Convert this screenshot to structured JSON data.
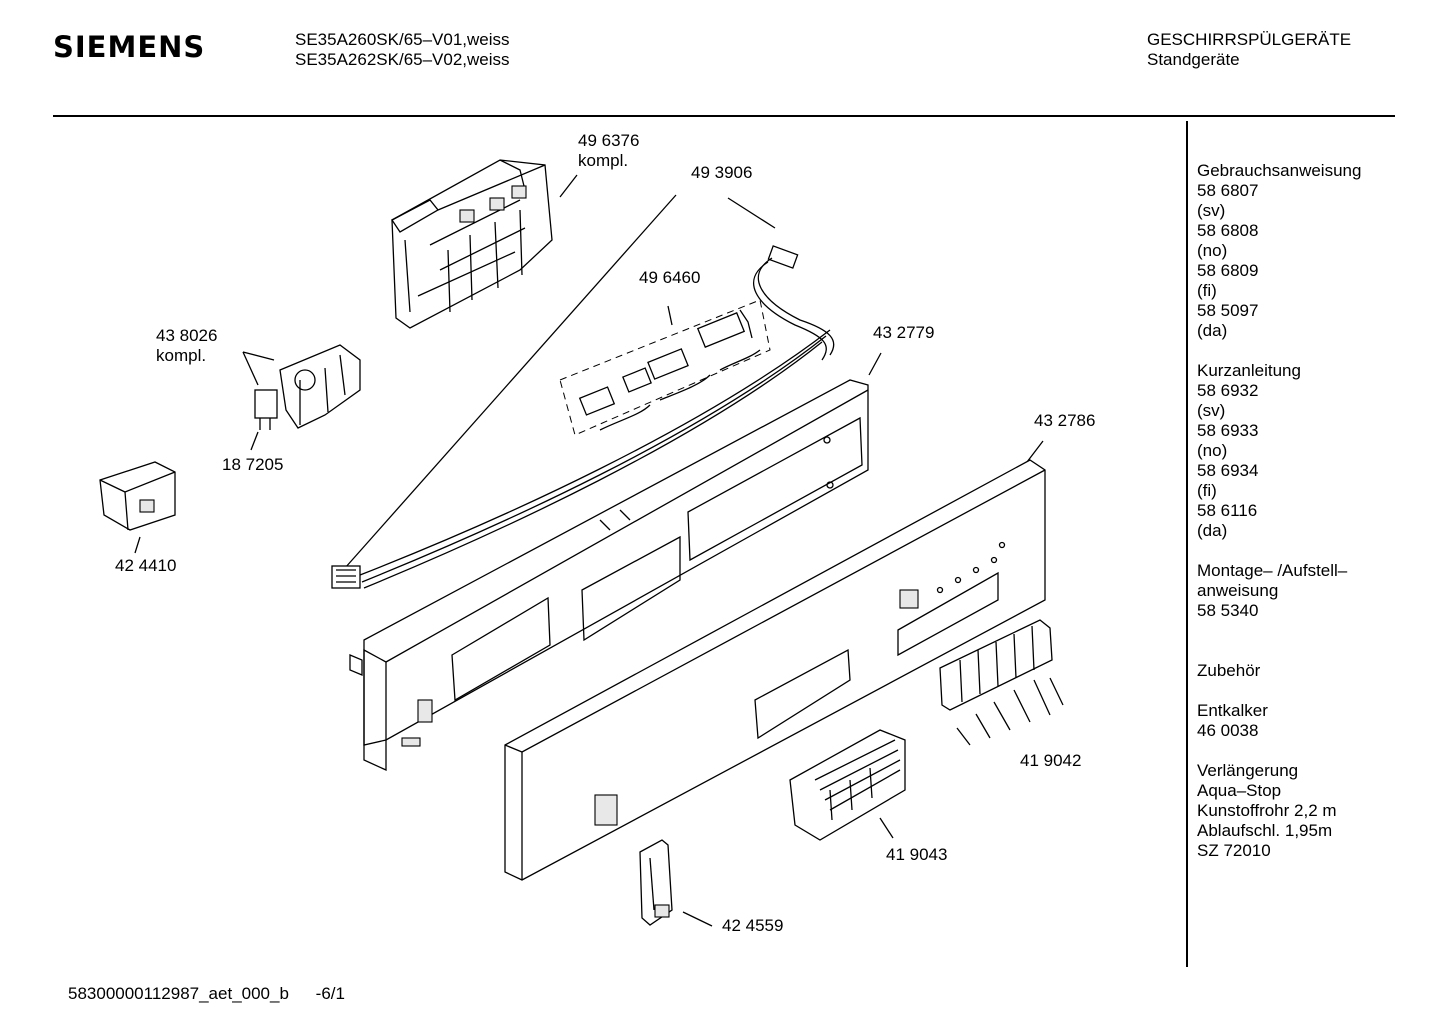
{
  "header": {
    "brand": "SIEMENS",
    "model_line_1": "SE35A260SK/65–V01,weiss",
    "model_line_2": "SE35A262SK/65–V02,weiss",
    "category": "GESCHIRRSPÜLGERÄTE",
    "subcategory": "Standgeräte"
  },
  "callouts": [
    {
      "id": "c-496376",
      "line1": "49 6376",
      "line2": "kompl."
    },
    {
      "id": "c-493906",
      "line1": "49 3906",
      "line2": ""
    },
    {
      "id": "c-496460",
      "line1": "49 6460",
      "line2": ""
    },
    {
      "id": "c-438026",
      "line1": "43 8026",
      "line2": "kompl."
    },
    {
      "id": "c-432779",
      "line1": "43 2779",
      "line2": ""
    },
    {
      "id": "c-187205",
      "line1": "18 7205",
      "line2": ""
    },
    {
      "id": "c-432786",
      "line1": "43 2786",
      "line2": ""
    },
    {
      "id": "c-424410",
      "line1": "42 4410",
      "line2": ""
    },
    {
      "id": "c-419042",
      "line1": "41 9042",
      "line2": ""
    },
    {
      "id": "c-419043",
      "line1": "41 9043",
      "line2": ""
    },
    {
      "id": "c-424559",
      "line1": "42 4559",
      "line2": ""
    }
  ],
  "sidebar": {
    "manual_title": "Gebrauchsanweisung",
    "manual_items": [
      "58 6807",
      "(sv)",
      "58 6808",
      "(no)",
      "58 6809",
      "(fi)",
      "58 5097",
      "(da)"
    ],
    "short_title": "Kurzanleitung",
    "short_items": [
      "58 6932",
      "(sv)",
      "58 6933",
      "(no)",
      "58 6934",
      "(fi)",
      "58 6116",
      "(da)"
    ],
    "mount_title_1": "Montage– /Aufstell–",
    "mount_title_2": "anweisung",
    "mount_item": "58 5340",
    "accessories_title": "Zubehör",
    "descaler_title": "Entkalker",
    "descaler_item": "46 0038",
    "ext_title_1": "Verlängerung",
    "ext_title_2": "Aqua–Stop",
    "ext_line_3": "Kunstoffrohr 2,2 m",
    "ext_line_4": "Ablaufschl. 1,95m",
    "ext_line_5": "SZ 72010"
  },
  "footer": {
    "doc_id": "58300000112987_aet_000_b",
    "page": "-6/1"
  }
}
